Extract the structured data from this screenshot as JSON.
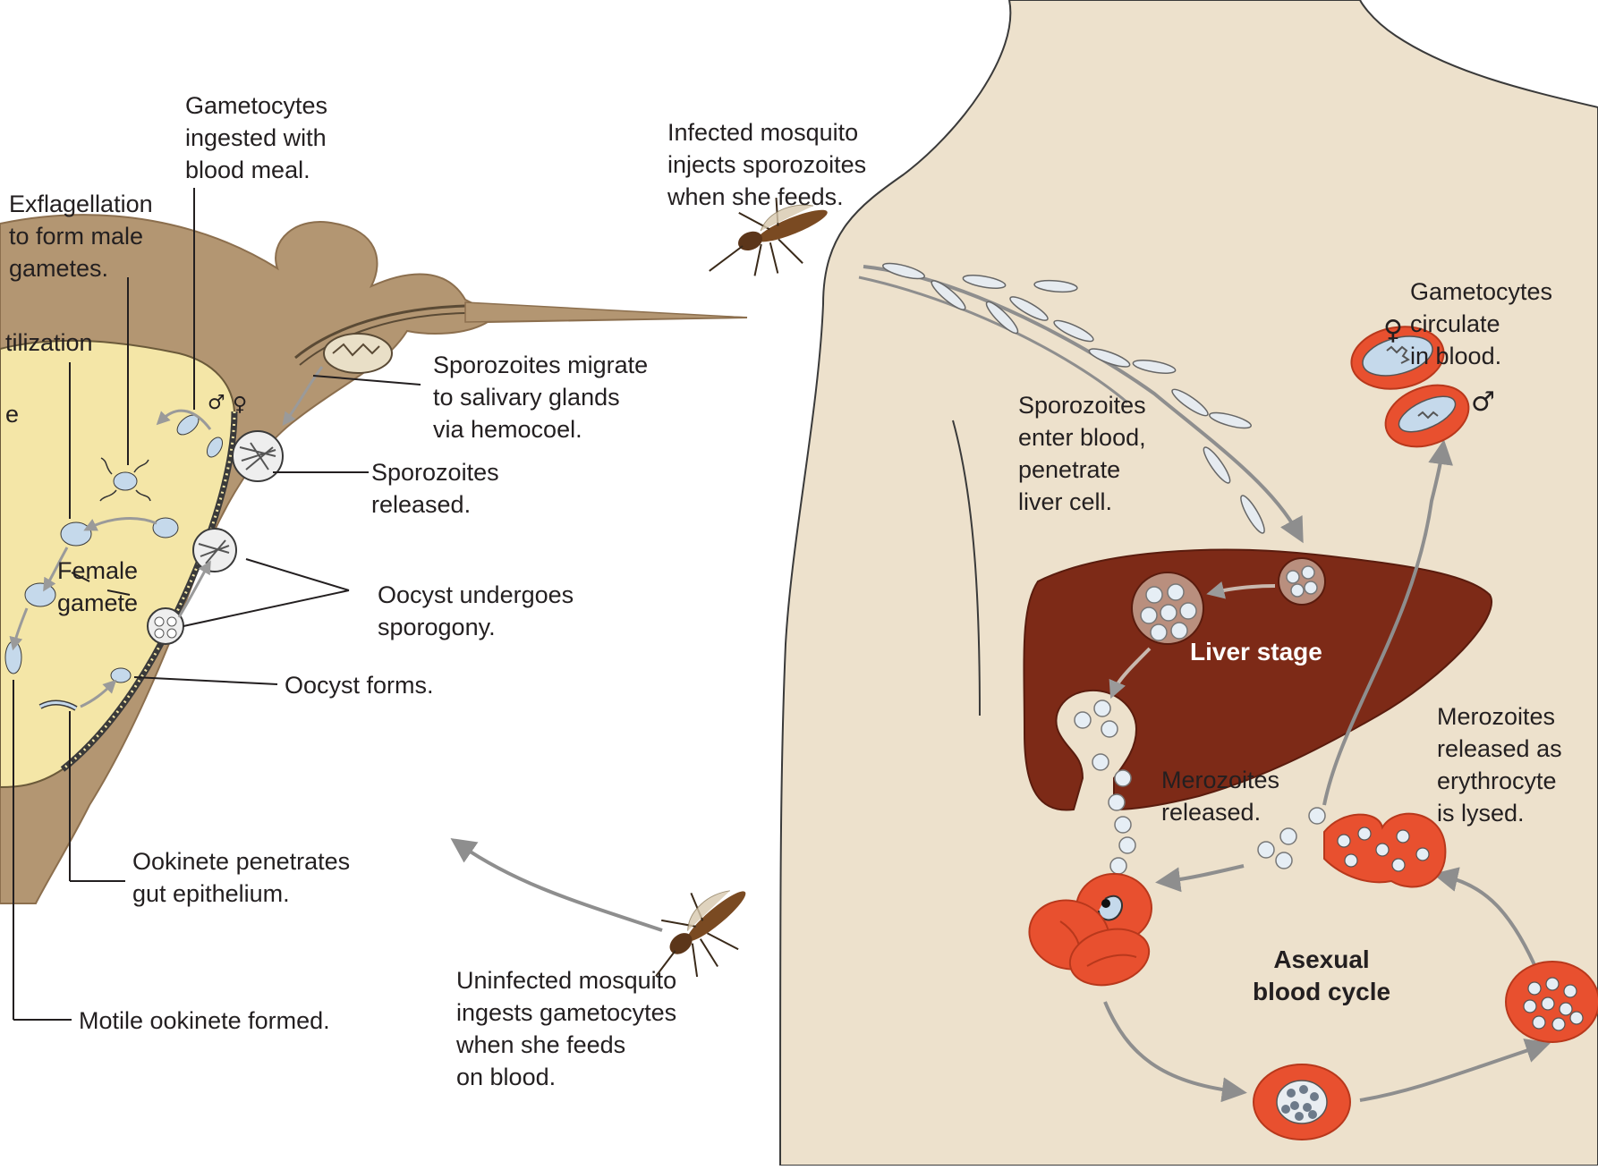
{
  "labels": {
    "gametocytes_ingested": "Gametocytes\ningested with\nblood meal.",
    "exflagellation": "Exflagellation\nto form male\ngametes.",
    "fertilization_partial": "tilization",
    "cut_letter_e": "e",
    "female_gamete": "Female\ngamete",
    "infected_mosquito": "Infected mosquito\ninjects sporozoites\nwhen she feeds.",
    "sporozoites_migrate": "Sporozoites migrate\nto salivary glands\nvia hemocoel.",
    "sporozoites_released": "Sporozoites\nreleased.",
    "oocyst_sporogony": "Oocyst undergoes\nsporogony.",
    "oocyst_forms": "Oocyst forms.",
    "ookinete_penetrates": "Ookinete penetrates\ngut epithelium.",
    "motile_ookinete": "Motile ookinete formed.",
    "uninfected_mosquito": "Uninfected mosquito\ningests gametocytes\nwhen she feeds\non blood.",
    "sporozoites_enter": "Sporozoites\nenter blood,\npenetrate\nliver cell.",
    "gametocytes_circulate": "Gametocytes\ncirculate\nin blood.",
    "liver_stage": "Liver stage",
    "merozoites_released": "Merozoites\nreleased.",
    "merozoites_lysed": "Merozoites\nreleased as\nerythrocyte\nis lysed.",
    "asexual_cycle": "Asexual\nblood cycle"
  },
  "symbols": {
    "female": "♀",
    "male": "♂"
  },
  "colors": {
    "skin": "#ede1cc",
    "mosquito_body": "#b39672",
    "midgut": "#f4e6a7",
    "liver": "#7d2a17",
    "rbc": "#e8502f",
    "parasite_blue": "#c5d9eb",
    "arrow_gray": "#8e8e8e"
  }
}
